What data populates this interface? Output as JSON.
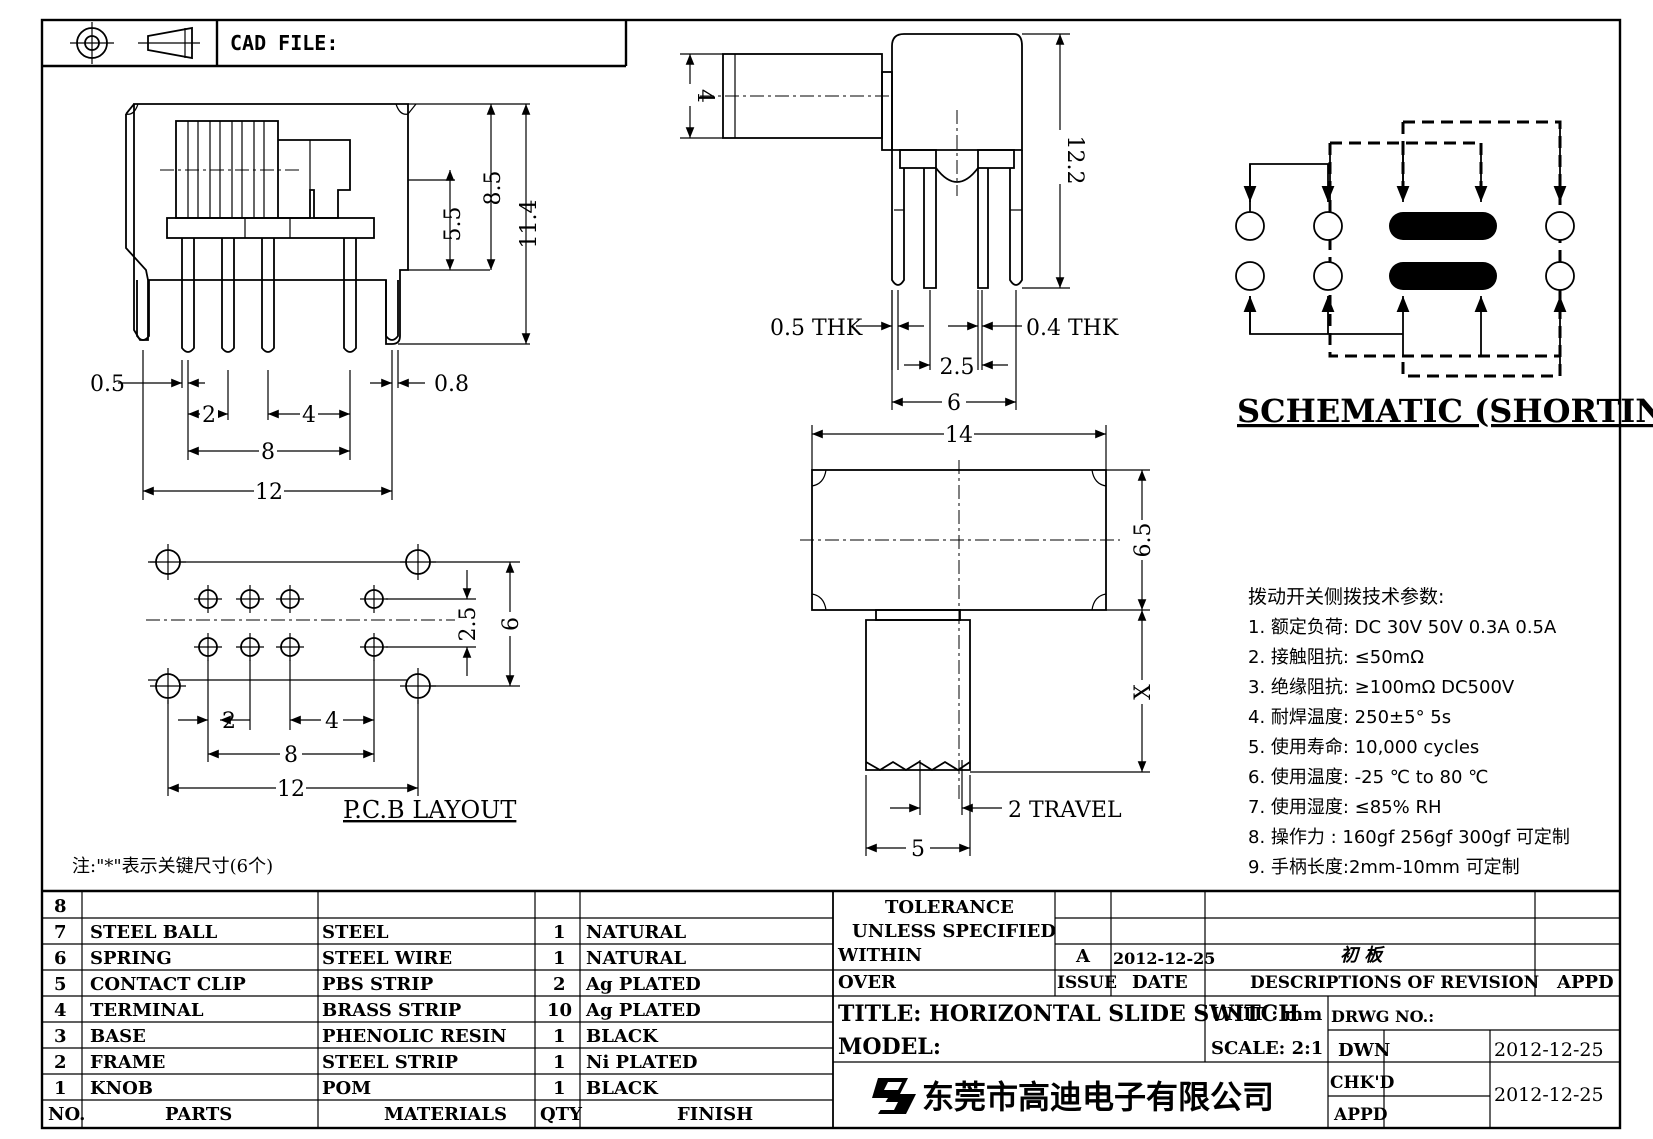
{
  "title_block": {
    "cad_file_label": "CAD FILE:",
    "tolerance_line1": "TOLERANCE",
    "tolerance_line2": "UNLESS  SPECIFIED",
    "within": "WITHIN",
    "over": "OVER",
    "issue_value": "A",
    "issue_date": "2012-12-25",
    "revision_text": "初 板",
    "issue_label": "ISSUE",
    "date_label": "DATE",
    "descriptions_label": "DESCRIPTIONS OF REVISION",
    "appd_label": "APPD",
    "title": "TITLE: HORIZONTAL SLIDE SWITCH",
    "unit": "UNIT : mm",
    "drwg_no": "DRWG NO.:",
    "model": "MODEL:",
    "scale": "SCALE: 2:1",
    "dwn": "DWN",
    "dwn_date": "2012-12-25",
    "chkd": "CHK'D",
    "appd": "APPD",
    "appd_date": "2012-12-25",
    "company": "东莞市高迪电子有限公司"
  },
  "parts_table": {
    "headers": {
      "no": "NO.",
      "parts": "PARTS",
      "materials": "MATERIALS",
      "qty": "QTY",
      "finish": "FINISH"
    },
    "rows": [
      {
        "no": "8",
        "part": "",
        "material": "",
        "qty": "",
        "finish": ""
      },
      {
        "no": "7",
        "part": "STEEL BALL",
        "material": "STEEL",
        "qty": "1",
        "finish": "NATURAL"
      },
      {
        "no": "6",
        "part": "SPRING",
        "material": "STEEL WIRE",
        "qty": "1",
        "finish": "NATURAL"
      },
      {
        "no": "5",
        "part": "CONTACT CLIP",
        "material": "PBS STRIP",
        "qty": "2",
        "finish": "Ag PLATED"
      },
      {
        "no": "4",
        "part": "TERMINAL",
        "material": "BRASS STRIP",
        "qty": "10",
        "finish": "Ag PLATED"
      },
      {
        "no": "3",
        "part": "BASE",
        "material": "PHENOLIC RESIN",
        "qty": "1",
        "finish": "BLACK"
      },
      {
        "no": "2",
        "part": "FRAME",
        "material": "STEEL STRIP",
        "qty": "1",
        "finish": "Ni PLATED"
      },
      {
        "no": "1",
        "part": "KNOB",
        "material": "POM",
        "qty": "1",
        "finish": "BLACK"
      }
    ]
  },
  "front_view_dims": {
    "d_0_5": "0.5",
    "d_0_8": "0.8",
    "d_2": "2",
    "d_4": "4",
    "d_8": "8",
    "d_12": "12",
    "d_5_5": "5.5",
    "d_8_5": "8.5",
    "d_11_4": "11.4"
  },
  "side_view_dims": {
    "d_4": "4",
    "d_12_2": "12.2",
    "thk_0_5": "0.5 THK",
    "thk_0_4": "0.4 THK",
    "d_2_5": "2.5",
    "d_6": "6"
  },
  "top_view_dims": {
    "d_14": "14",
    "d_6_5": "6.5",
    "d_x": "X",
    "travel": "2 TRAVEL",
    "d_5": "5"
  },
  "pcb_layout": {
    "label": "P.C.B LAYOUT",
    "d_2_5": "2.5",
    "d_6": "6",
    "d_2": "2",
    "d_4": "4",
    "d_8": "8",
    "d_12": "12"
  },
  "note": "注:\"*\"表示关键尺寸(6个)",
  "schematic_label": "SCHEMATIC (SHORTING)",
  "specs": {
    "heading": "拨动开关侧拨技术参数:",
    "items": [
      "1.  额定负荷: DC 30V    50V    0.3A    0.5A",
      "2.  接触阻抗: ≤50mΩ",
      "3.  绝缘阻抗: ≥100mΩ   DC500V",
      "4.  耐焊温度: 250±5°  5s",
      "5.  使用寿命: 10,000 cycles",
      "6.  使用温度: -25 ℃  to 80 ℃",
      "7.  使用湿度: ≤85% RH",
      "8.  操作力 : 160gf    256gf    300gf  可定制",
      "9.  手柄长度:2mm-10mm   可定制"
    ]
  }
}
